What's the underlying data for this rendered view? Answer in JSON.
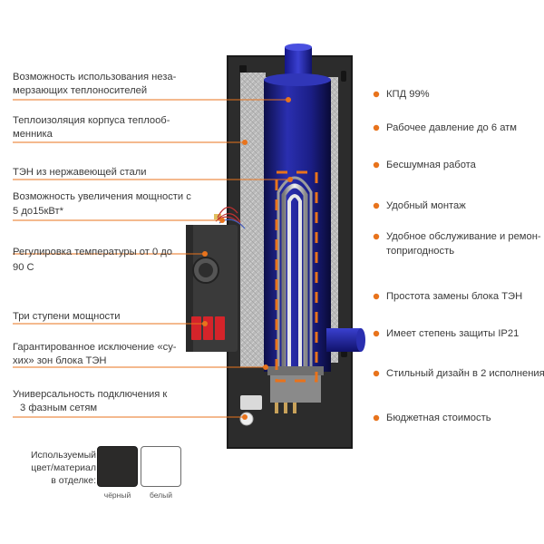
{
  "left_labels": [
    "Возможность использования неза-",
    "мерзающих теплоносителей",
    "Теплоизоляция корпуса теплооб-",
    "менника",
    "ТЭН из нержавеющей стали",
    "Возможность увеличения мощности с",
    "5 до15кВт*",
    "Регулировка температуры от 0 до",
    "90 С",
    "Три ступени мощности",
    "Гарантированное исключение «су-",
    "хих» зон блока ТЭН",
    "Универсальность подключения к",
    "3 фазным сетям"
  ],
  "right_labels": [
    "КПД 99%",
    "Рабочее давление до 6 атм",
    "Бесшумная работа",
    "Удобный монтаж",
    "Удобное обслуживание и ремон-",
    "топригодность",
    "Простота замены блока ТЭН",
    "Имеет степень защиты IP21",
    "Стильный дизайн в 2 исполнениях",
    "Бюджетная стоимость"
  ],
  "finish": {
    "caption_lines": [
      "Используемый",
      "цвет/материал",
      "в отделке:"
    ],
    "swatches": [
      {
        "color": "#2b2a29",
        "label": "чёрный"
      },
      {
        "color": "#ffffff",
        "label": "белый"
      }
    ]
  },
  "colors": {
    "accent": "#e8731c",
    "panel": "#2a2a2a",
    "tank": "#1d1f8c"
  }
}
